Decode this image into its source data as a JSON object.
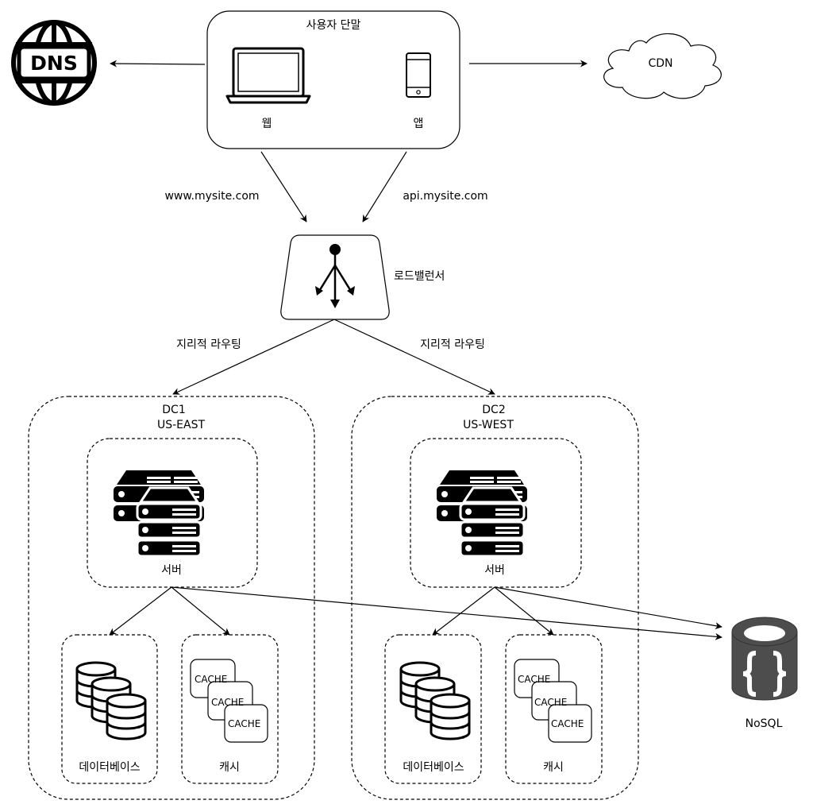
{
  "client": {
    "title": "사용자 단말",
    "web_label": "웹",
    "app_label": "앱"
  },
  "dns": {
    "logo_text": "DNS"
  },
  "cdn": {
    "label": "CDN"
  },
  "routes": {
    "web_domain": "www.mysite.com",
    "api_domain": "api.mysite.com"
  },
  "load_balancer": {
    "label": "로드밸런서"
  },
  "routing": {
    "left": "지리적 라우팅",
    "right": "지리적 라우팅"
  },
  "datacenters": [
    {
      "name": "DC1",
      "region": "US-EAST",
      "server_label": "서버",
      "db_label": "데이터베이스",
      "cache_label": "캐시",
      "cache_items": [
        "CACHE",
        "CACHE",
        "CACHE"
      ]
    },
    {
      "name": "DC2",
      "region": "US-WEST",
      "server_label": "서버",
      "db_label": "데이터베이스",
      "cache_label": "캐시",
      "cache_items": [
        "CACHE",
        "CACHE",
        "CACHE"
      ]
    }
  ],
  "nosql": {
    "label": "NoSQL"
  },
  "colors": {
    "stroke": "#000000",
    "nosql_fill": "#4d4d4d",
    "background": "#ffffff"
  }
}
